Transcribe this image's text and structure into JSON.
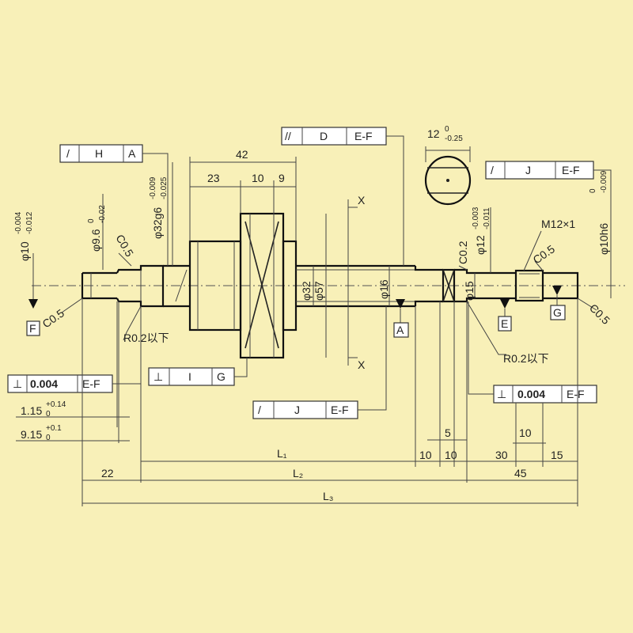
{
  "colors": {
    "background": "#f8f0b8",
    "line": "#222222",
    "frame": "#ffffff"
  },
  "frames": {
    "h_a": {
      "symbol": "/",
      "ref": "H",
      "datum": "A"
    },
    "d_ef": {
      "symbol": "//",
      "ref": "D",
      "datum": "E-F"
    },
    "j_ef_top": {
      "symbol": "/",
      "ref": "J",
      "datum": "E-F"
    },
    "perp_left": {
      "symbol": "⊥",
      "value": "0.004",
      "datum": "E-F"
    },
    "perp_i": {
      "symbol": "⊥",
      "ref": "I",
      "datum": "G"
    },
    "j_ef_bottom": {
      "symbol": "/",
      "ref": "J",
      "datum": "E-F"
    },
    "perp_right": {
      "symbol": "⊥",
      "value": "0.004",
      "datum": "E-F"
    }
  },
  "datums": {
    "F": "F",
    "A": "A",
    "E": "E",
    "G": "G"
  },
  "section": {
    "label": "X"
  },
  "dims": {
    "d42": "42",
    "d23": "23",
    "d10": "10",
    "d9": "9",
    "d12": "12",
    "d12_upper": "0",
    "d12_lower": "-0.25",
    "phi10": "φ10",
    "phi10_upper": "-0.004",
    "phi10_lower": "-0.012",
    "phi9_6": "φ9.6",
    "phi9_6_upper": "0",
    "phi9_6_lower": "-0.02",
    "phi32g6": "φ32g6",
    "phi32g6_upper": "-0.009",
    "phi32g6_lower": "-0.025",
    "phi32": "φ32",
    "phi57": "φ57",
    "phi16": "φ16",
    "phi15": "φ15",
    "phi12": "φ12",
    "phi12_upper": "-0.003",
    "phi12_lower": "-0.011",
    "m12": "M12×1",
    "phi10h6": "φ10h6",
    "phi10h6_upper": "0",
    "phi10h6_lower": "-0.009",
    "c05": "C0.5",
    "c02": "C0.2",
    "r02_left": "R0.2以下",
    "r02_right": "R0.2以下",
    "d1_15": "1.15",
    "d1_15_upper": "+0.14",
    "d1_15_lower": "0",
    "d9_15": "9.15",
    "d9_15_upper": "+0.1",
    "d9_15_lower": "0",
    "d5": "5",
    "d10_right": "10",
    "d10_a": "10",
    "d10_b": "10",
    "d30": "30",
    "d15": "15",
    "d22": "22",
    "d45": "45",
    "l1": "L₁",
    "l2": "L₂",
    "l3": "L₃"
  }
}
